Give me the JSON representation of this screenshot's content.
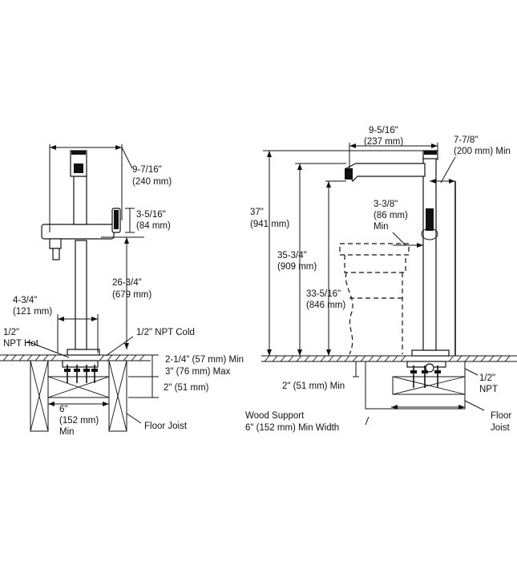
{
  "left_view": {
    "width_dim": "9-7/16\"",
    "width_dim_mm": "(240 mm)",
    "handle_dim": "3-5/16\"",
    "handle_dim_mm": "(84 mm)",
    "height_dim": "26-3/4\"",
    "height_dim_mm": "(679 mm)",
    "offset_dim": "4-3/4\"",
    "offset_dim_mm": "(121 mm)",
    "hot_supply_1": "1/2\"",
    "hot_supply_2": "NPT Hot",
    "cold_supply": "1/2\" NPT Cold",
    "deck_min": "2-1/4\" (57 mm) Min",
    "deck_max": "3\" (76 mm) Max",
    "support_dim": "2\" (51 mm)",
    "joist_space_1": "6\"",
    "joist_space_2": "(152 mm)",
    "joist_space_3": "Min",
    "floor_joist": "Floor Joist"
  },
  "right_view": {
    "reach_dim": "9-5/16\"",
    "reach_dim_mm": "(237 mm)",
    "wall_dim": "7-7/8\"",
    "wall_dim_mm": "(200 mm) Min",
    "overall_height": "37\"",
    "overall_height_mm": "(941 mm)",
    "spout_height": "35-3/4\"",
    "spout_height_mm": "(909 mm)",
    "handle_clear": "3-3/8\"",
    "handle_clear_mm": "(86 mm)",
    "handle_clear_min": "Min",
    "rim_height": "33-5/16\"",
    "rim_height_mm": "(846 mm)",
    "support_min": "2\" (51 mm) Min",
    "supply_1": "1/2\"",
    "supply_2": "NPT",
    "wood_support_1": "Wood Support",
    "wood_support_2": "6\" (152 mm) Min Width",
    "floor_joist_1": "Floor",
    "floor_joist_2": "Joist"
  }
}
